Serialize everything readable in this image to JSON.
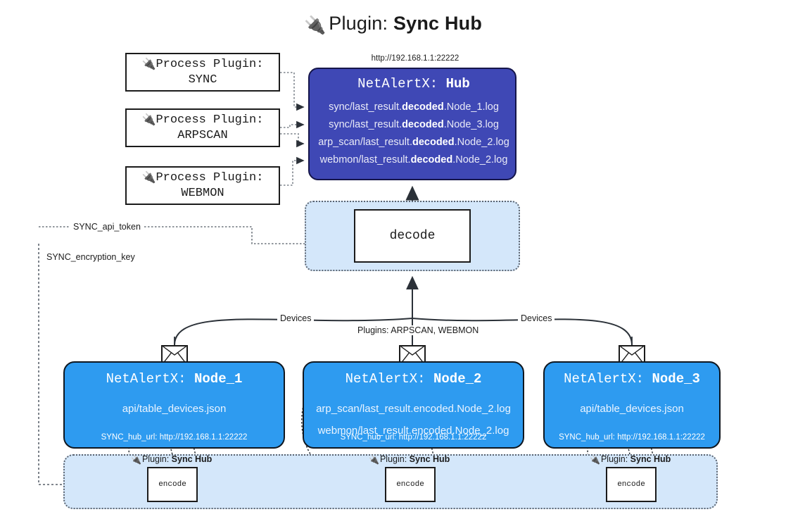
{
  "header": {
    "plug_icon": "plug-icon",
    "prefix": "Plugin:",
    "name": "Sync Hub"
  },
  "hub": {
    "url": "http://192.168.1.1:22222",
    "title_prefix": "NetAlertX:",
    "title_name": "Hub",
    "log_lines": [
      {
        "pre": "sync/last_result.",
        "bold": "decoded",
        "post": ".Node_1.log"
      },
      {
        "pre": "sync/last_result.",
        "bold": "decoded",
        "post": ".Node_3.log"
      },
      {
        "pre": "arp_scan/last_result.",
        "bold": "decoded",
        "post": ".Node_2.log"
      },
      {
        "pre": "webmon/last_result.",
        "bold": "decoded",
        "post": ".Node_2.log"
      }
    ]
  },
  "process_plugins": [
    {
      "label": "Process Plugin:",
      "name": "SYNC"
    },
    {
      "label": "Process Plugin:",
      "name": "ARPSCAN"
    },
    {
      "label": "Process Plugin:",
      "name": "WEBMON"
    }
  ],
  "decode": {
    "label": "decode"
  },
  "edge_labels": {
    "api_token": "SYNC_api_token",
    "encryption_key": "SYNC_encryption_key",
    "devices_left": "Devices",
    "devices_right": "Devices",
    "plugins_center": "Plugins: ARPSCAN, WEBMON"
  },
  "nodes": [
    {
      "title_prefix": "NetAlertX:",
      "title_name": "Node_1",
      "lines": [
        "api/table_devices.json"
      ],
      "footer": "SYNC_hub_url: http://192.168.1.1:22222",
      "envelope_icon": "envelope-icon"
    },
    {
      "title_prefix": "NetAlertX:",
      "title_name": "Node_2",
      "lines": [
        "arp_scan/last_result.encoded.Node_2.log",
        "webmon/last_result.encoded.Node_2.log"
      ],
      "footer": "SYNC_hub_url: http://192.168.1.1:22222",
      "envelope_icon": "envelope-icon"
    },
    {
      "title_prefix": "NetAlertX:",
      "title_name": "Node_3",
      "lines": [
        "api/table_devices.json"
      ],
      "footer": "SYNC_hub_url: http://192.168.1.1:22222",
      "envelope_icon": "envelope-icon"
    }
  ],
  "encoders": [
    {
      "plugin_prefix": "Plugin:",
      "plugin_name": "Sync Hub",
      "label": "encode"
    },
    {
      "plugin_prefix": "Plugin:",
      "plugin_name": "Sync Hub",
      "label": "encode"
    },
    {
      "plugin_prefix": "Plugin:",
      "plugin_name": "Sync Hub",
      "label": "encode"
    }
  ],
  "colors": {
    "hub_fill": "#3f48b5",
    "node_fill": "#2e9bf0",
    "container_fill": "#d4e7fa",
    "stroke": "#1b1b1b",
    "dotted_stroke": "#5b6470"
  }
}
